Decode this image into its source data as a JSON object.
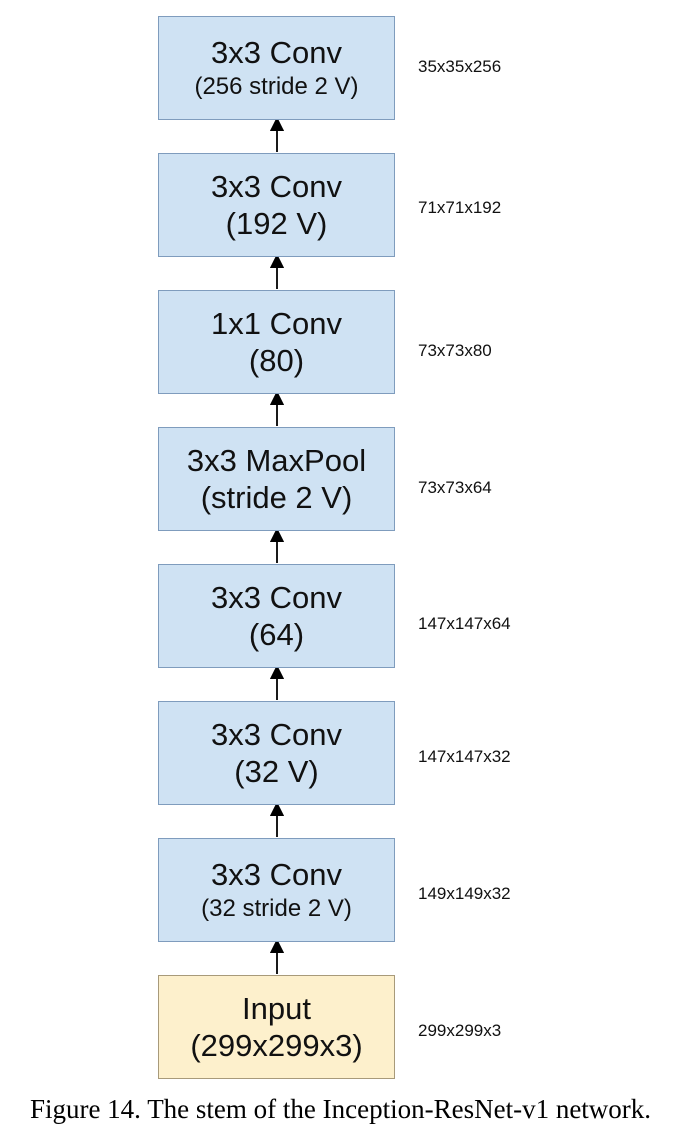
{
  "nodes": [
    {
      "line1": "3x3 Conv",
      "line2": "(256 stride 2 V)",
      "dims": "35x35x256"
    },
    {
      "line1": "3x3 Conv",
      "line2": "(192 V)",
      "dims": "71x71x192"
    },
    {
      "line1": "1x1 Conv",
      "line2": "(80)",
      "dims": "73x73x80"
    },
    {
      "line1": "3x3 MaxPool",
      "line2": "(stride 2 V)",
      "dims": "73x73x64"
    },
    {
      "line1": "3x3 Conv",
      "line2": "(64)",
      "dims": "147x147x64"
    },
    {
      "line1": "3x3 Conv",
      "line2": "(32 V)",
      "dims": "147x147x32"
    },
    {
      "line1": "3x3 Conv",
      "line2": "(32 stride 2 V)",
      "dims": "149x149x32"
    },
    {
      "line1": "Input",
      "line2": "(299x299x3)",
      "dims": "299x299x3"
    }
  ],
  "caption": "Figure 14. The stem of the Inception-ResNet-v1 network.",
  "colors": {
    "layer_fill": "#cfe2f3",
    "layer_border": "#7f9cbd",
    "input_fill": "#fdf0cc",
    "arrow": "#000000"
  }
}
